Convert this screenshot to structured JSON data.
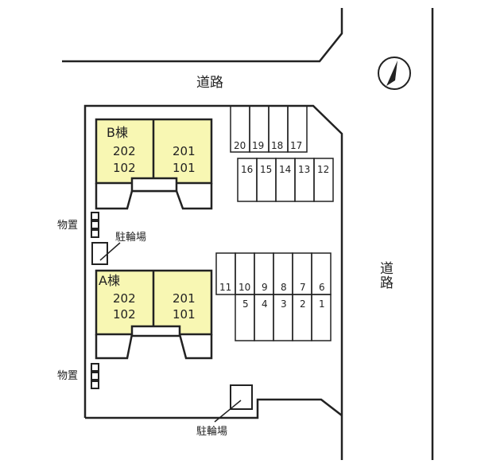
{
  "roads": {
    "top": "道路",
    "right_char1": "道",
    "right_char2": "路"
  },
  "north_symbol": "north-arrow",
  "building_b": {
    "name": "B棟",
    "left_upper": "202",
    "left_lower": "102",
    "right_upper": "201",
    "right_lower": "101"
  },
  "building_a": {
    "name": "A棟",
    "left_upper": "202",
    "left_lower": "102",
    "right_upper": "201",
    "right_lower": "101"
  },
  "labels": {
    "storage_upper": "物置",
    "storage_lower": "物置",
    "bike_parking_upper": "駐輪場",
    "bike_parking_lower": "駐輪場"
  },
  "parking_row1": [
    "20",
    "19",
    "18",
    "17"
  ],
  "parking_row2": [
    "16",
    "15",
    "14",
    "13",
    "12"
  ],
  "parking_row3": [
    "11",
    "10",
    "9",
    "8",
    "7",
    "6"
  ],
  "parking_row4": [
    "5",
    "4",
    "3",
    "2",
    "1"
  ],
  "colors": {
    "building_fill": "#f8f7b3",
    "line": "#222222"
  }
}
